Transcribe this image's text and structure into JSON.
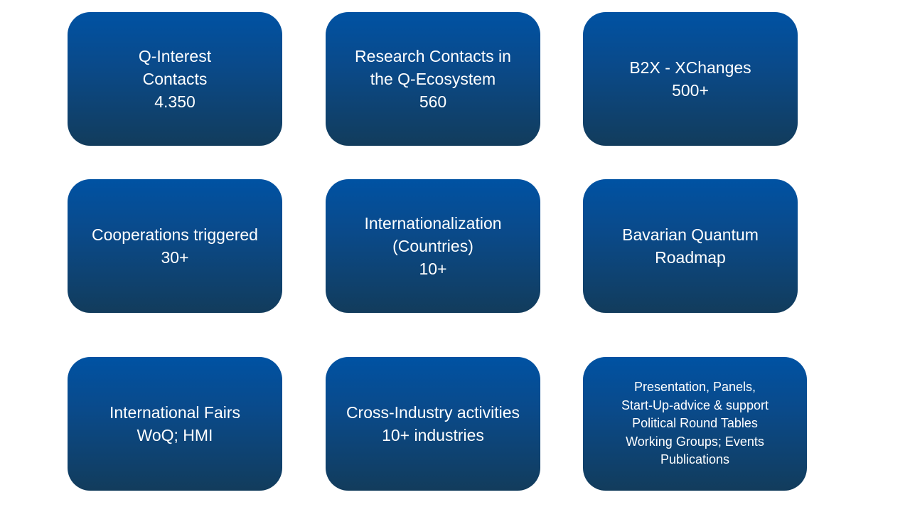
{
  "boxes": [
    {
      "lines": [
        "Q-Interest",
        "Contacts",
        "4.350"
      ]
    },
    {
      "lines": [
        "Research Contacts in",
        "the Q-Ecosystem",
        "560"
      ]
    },
    {
      "lines": [
        "B2X - XChanges",
        "500+"
      ]
    },
    {
      "lines": [
        "Cooperations triggered",
        "30+"
      ]
    },
    {
      "lines": [
        "Internationalization",
        "(Countries)",
        "10+"
      ]
    },
    {
      "lines": [
        "Bavarian Quantum",
        "Roadmap"
      ]
    },
    {
      "lines": [
        "International Fairs",
        "WoQ; HMI"
      ]
    },
    {
      "lines": [
        "Cross-Industry activities",
        "10+ industries"
      ]
    },
    {
      "lines": [
        "Presentation, Panels,",
        "Start-Up-advice & support",
        "Political Round Tables",
        "Working Groups; Events",
        "Publications"
      ]
    }
  ],
  "colors": {
    "gradient_top": "#0052a3",
    "gradient_bottom": "#123c5c"
  }
}
